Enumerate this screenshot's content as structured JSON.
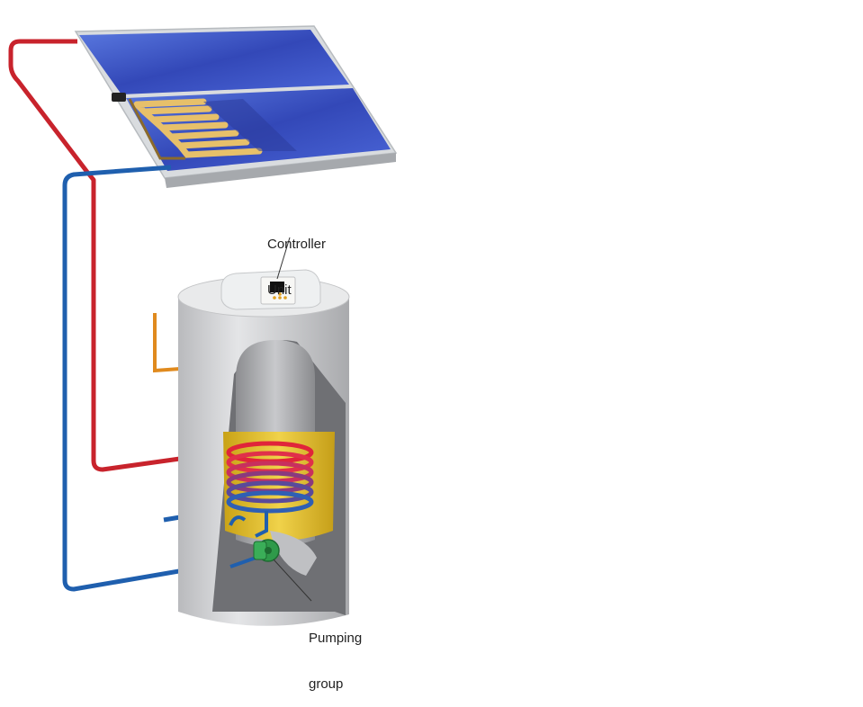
{
  "labels": {
    "controller_line1": "Controller",
    "controller_line2": "Unit",
    "pump_line1": "Pumping",
    "pump_line2": "group"
  },
  "colors": {
    "hot_pipe": "#c8232c",
    "cold_pipe": "#1f5fae",
    "collector_glass": "#3a52c4",
    "collector_frame": "#d9dcdf",
    "absorber_coil": "#e7c06a",
    "tank_shell": "#d2d3d5",
    "tank_inner": "#e8c53a",
    "pump": "#2f9a4a",
    "dhw_outlet": "#e08a1e"
  },
  "icons": [
    "solar-collector-icon",
    "storage-tank-icon",
    "controller-icon",
    "pump-icon",
    "heat-exchanger-coil-icon"
  ]
}
